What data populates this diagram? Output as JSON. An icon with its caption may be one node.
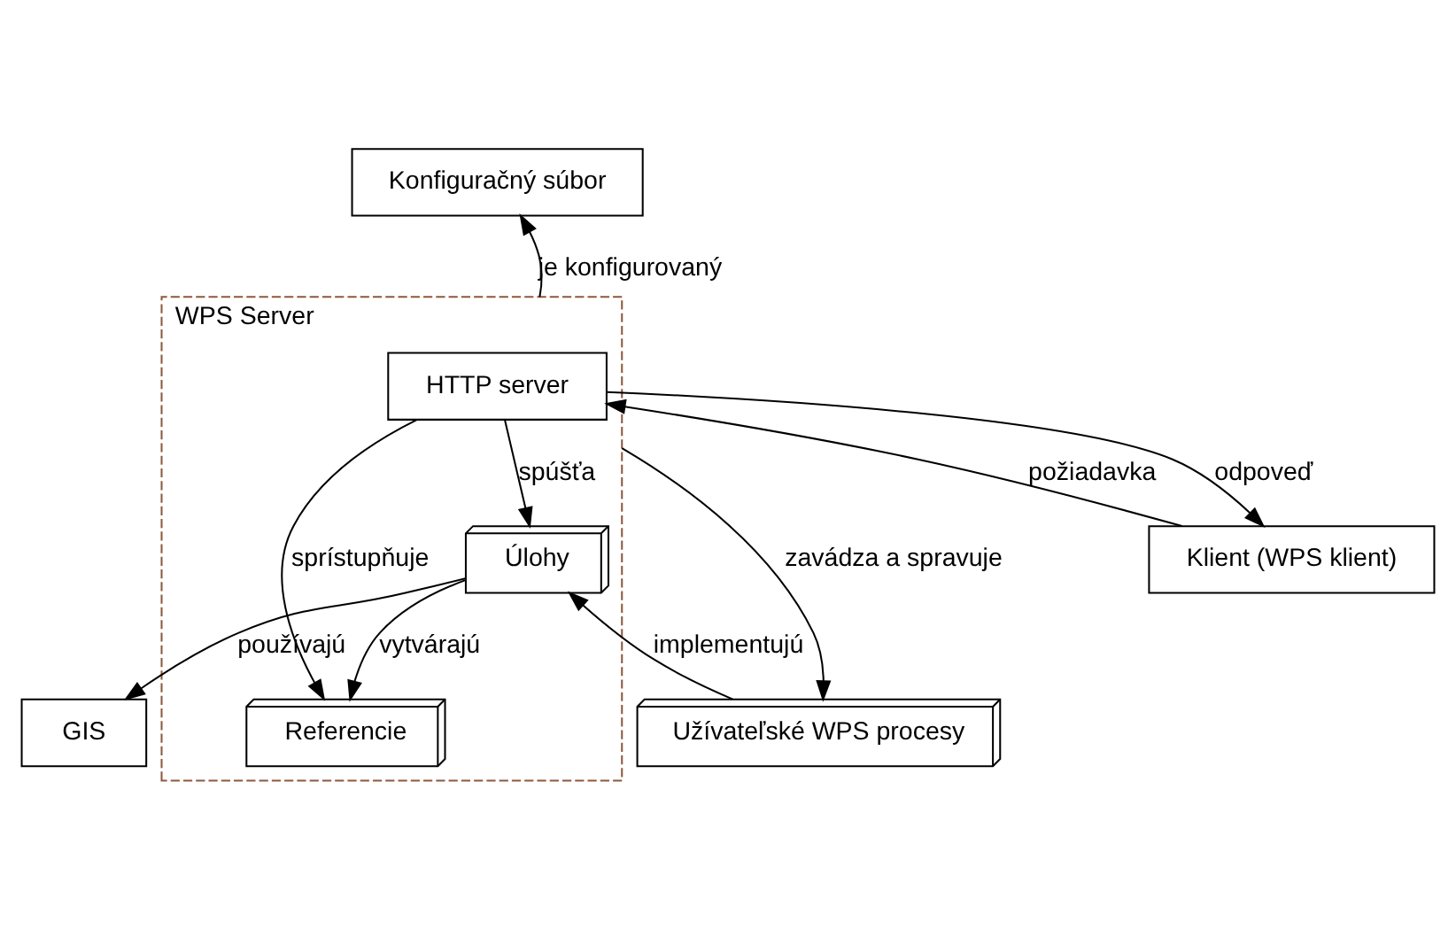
{
  "diagram": {
    "nodes": [
      {
        "text": [
          "Konfiguračný súbor"
        ]
      },
      {
        "text": [
          "WPS Server"
        ]
      },
      {
        "text": [
          "HTTP server"
        ],
        "in": 1
      },
      {
        "text": [
          "Referencie"
        ],
        "in": 1
      },
      {
        "text": [
          "Úlohy"
        ],
        "in": 1
      },
      {
        "text": [
          "Klient (WPS klient)"
        ]
      },
      {
        "text": [
          "Užívateľské WPS procesy"
        ]
      },
      {
        "text": [
          "GIS"
        ]
      }
    ],
    "edges": [
      {
        "from": 1,
        "to": 0,
        "arrow": "to",
        "label": "je konfigurovaný"
      },
      {
        "from": 2,
        "to": 3,
        "arrow": "to",
        "label": "sprístupňuje"
      },
      {
        "from": 5,
        "to": 2,
        "arrow": "to",
        "label": "požiadavka"
      },
      {
        "from": 2,
        "to": 5,
        "arrow": "to",
        "label": "odpoveď"
      },
      {
        "from": 2,
        "to": 4,
        "arrow": "to",
        "label": "spúšťa"
      },
      {
        "from": 4,
        "to": 3,
        "arrow": "to",
        "label": "vytvárajú"
      },
      {
        "from": 1,
        "to": 6,
        "arrow": "to",
        "label": "zavádza a spravuje"
      },
      {
        "from": 6,
        "to": 4,
        "arrow": "to",
        "label": "implementujú"
      },
      {
        "from": 4,
        "to": 7,
        "arrow": "to",
        "label": "používajú"
      }
    ]
  }
}
